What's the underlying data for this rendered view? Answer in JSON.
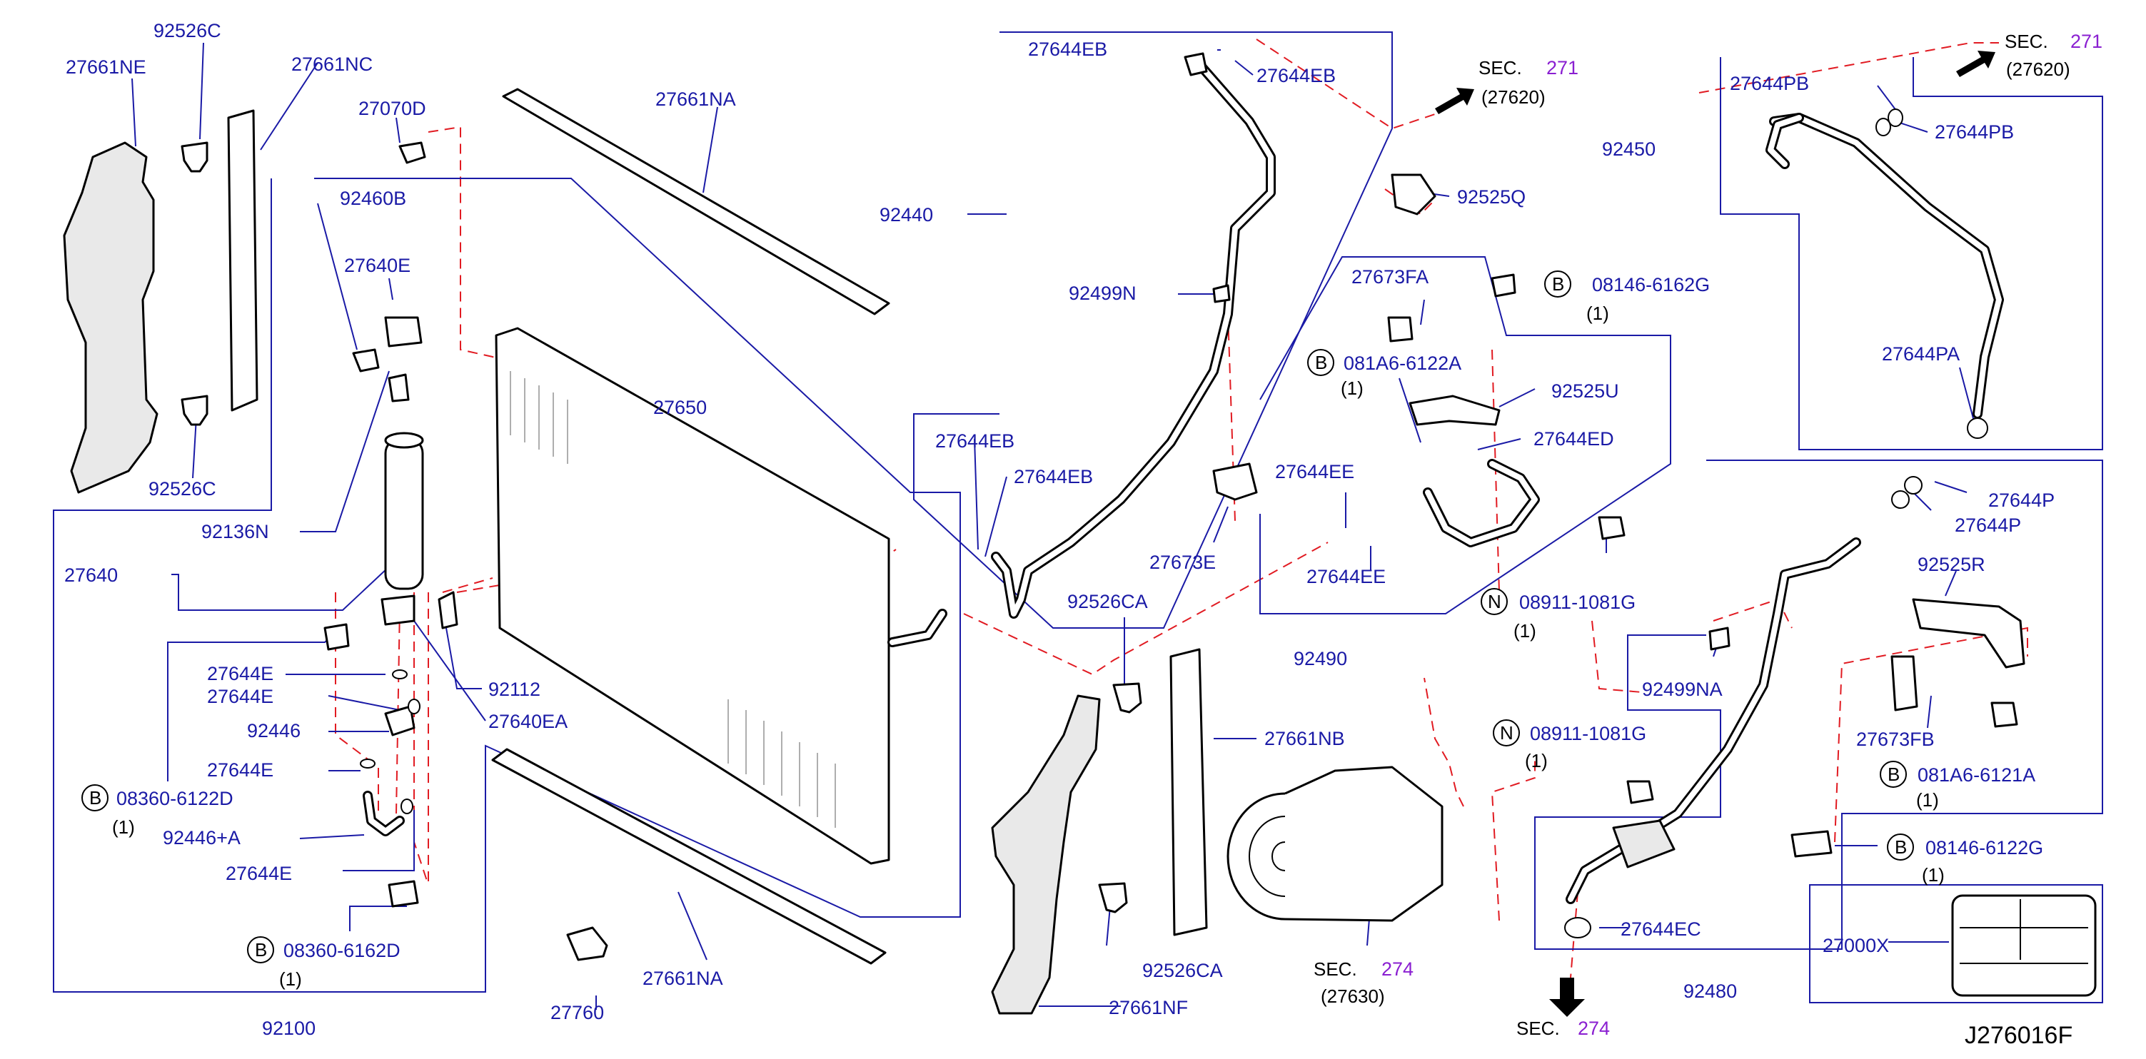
{
  "diagram_code": "J276016F",
  "labels": {
    "p27661NE": "27661NE",
    "p92526C_top": "92526C",
    "p27661NC": "27661NC",
    "p27070D": "27070D",
    "p27661NA_top": "27661NA",
    "p92460B": "92460B",
    "p27640E": "27640E",
    "p27650": "27650",
    "p92526C_bot": "92526C",
    "p92136N": "92136N",
    "p27640": "27640",
    "p27644E_1": "27644E",
    "p27644E_2": "27644E",
    "p92446": "92446",
    "p27644E_3": "27644E",
    "p08360_6122D": "08360-6122D",
    "p08360_6122D_qty": "(1)",
    "p92446A": "92446+A",
    "p27644E_4": "27644E",
    "p08360_6162D": "08360-6162D",
    "p08360_6162D_qty": "(1)",
    "p92100": "92100",
    "p92112": "92112",
    "p27640EA": "27640EA",
    "p27760": "27760",
    "p27661NA_bot": "27661NA",
    "p27644EB_1": "27644EB",
    "p27644EB_2": "27644EB",
    "p92440": "92440",
    "p92499N": "92499N",
    "p27644EB_3": "27644EB",
    "p27644EB_4": "27644EB",
    "p27673E": "27673E",
    "p92525Q": "92525Q",
    "p27673FA": "27673FA",
    "p08146_6162G": "08146-6162G",
    "p08146_6162G_qty": "(1)",
    "p081A6_6122A": "081A6-6122A",
    "p081A6_6122A_qty": "(1)",
    "p92525U": "92525U",
    "p27644ED": "27644ED",
    "p27644EE_1": "27644EE",
    "p27644EE_2": "27644EE",
    "p92490": "92490",
    "p08911_1081G_1": "08911-1081G",
    "p08911_1081G_1_qty": "(1)",
    "p92526CA_top": "92526CA",
    "p27661NB": "27661NB",
    "p08911_1081G_2": "08911-1081G",
    "p08911_1081G_2_qty": "(1)",
    "p92526CA_bot": "92526CA",
    "p27661NF": "27661NF",
    "p27644PB_1": "27644PB",
    "p27644PB_2": "27644PB",
    "p92450": "92450",
    "p27644PA": "27644PA",
    "p27644P_1": "27644P",
    "p27644P_2": "27644P",
    "p92525R": "92525R",
    "p92499NA": "92499NA",
    "p27673FB": "27673FB",
    "p081A6_6121A": "081A6-6121A",
    "p081A6_6121A_qty": "(1)",
    "p08146_6122G": "08146-6122G",
    "p08146_6122G_qty": "(1)",
    "p27644EC": "27644EC",
    "p92480": "92480",
    "p27000X": "27000X"
  },
  "sections": {
    "s1": {
      "prefix": "SEC.",
      "number": "271",
      "ref": "(27620)"
    },
    "s2": {
      "prefix": "SEC.",
      "number": "271",
      "ref": "(27620)"
    },
    "s3": {
      "prefix": "SEC.",
      "number": "274",
      "ref": "(27630)"
    },
    "s4": {
      "prefix": "SEC.",
      "number": "274"
    }
  },
  "markers": {
    "bolt": "B",
    "nut": "N"
  },
  "colors": {
    "label": "#1a1aa6",
    "section_number": "#8a1fd1",
    "dashed_guide": "#e11b22",
    "linework": "#000000",
    "background": "#ffffff"
  }
}
